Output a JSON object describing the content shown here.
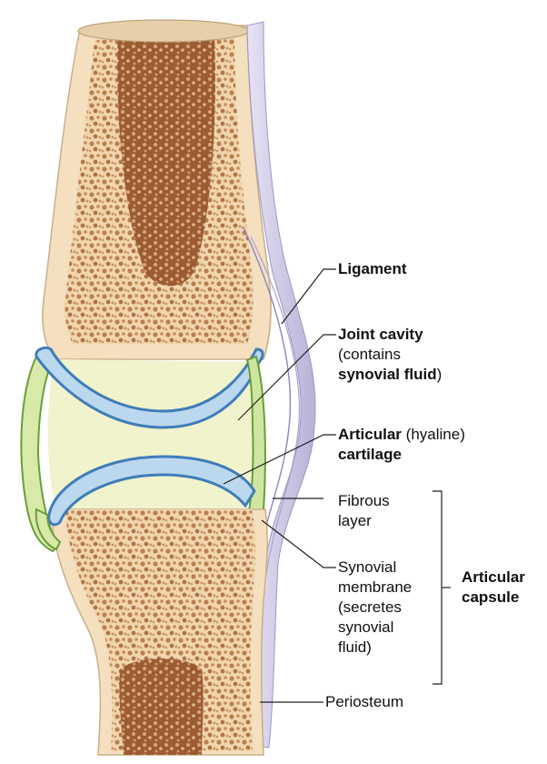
{
  "labels": {
    "ligament": "Ligament",
    "joint_cavity": "Joint cavity",
    "contains": "(contains",
    "synovial_fluid": "synovial fluid",
    "close_paren": ")",
    "articular": "Articular",
    "hyaline": "(hyaline)",
    "cartilage": "cartilage",
    "fibrous": "Fibrous",
    "layer": "layer",
    "synovial": "Synovial",
    "membrane": "membrane",
    "secretes": "(secretes",
    "synovial2": "synovial",
    "fluid": "fluid)",
    "articular_capsule_1": "Articular",
    "articular_capsule_2": "capsule",
    "periosteum": "Periosteum"
  },
  "colors": {
    "bone": "#f3dcb8",
    "spongy": "#c08a5c",
    "marrow": "#a8683c",
    "cartilage": "#bcd8ef",
    "cartilage_edge": "#4a86c0",
    "synovial_membrane": "#8fc25a",
    "cavity_fluid": "#eef3c8",
    "capsule": "#c7c3dd",
    "leader": "#222222"
  }
}
